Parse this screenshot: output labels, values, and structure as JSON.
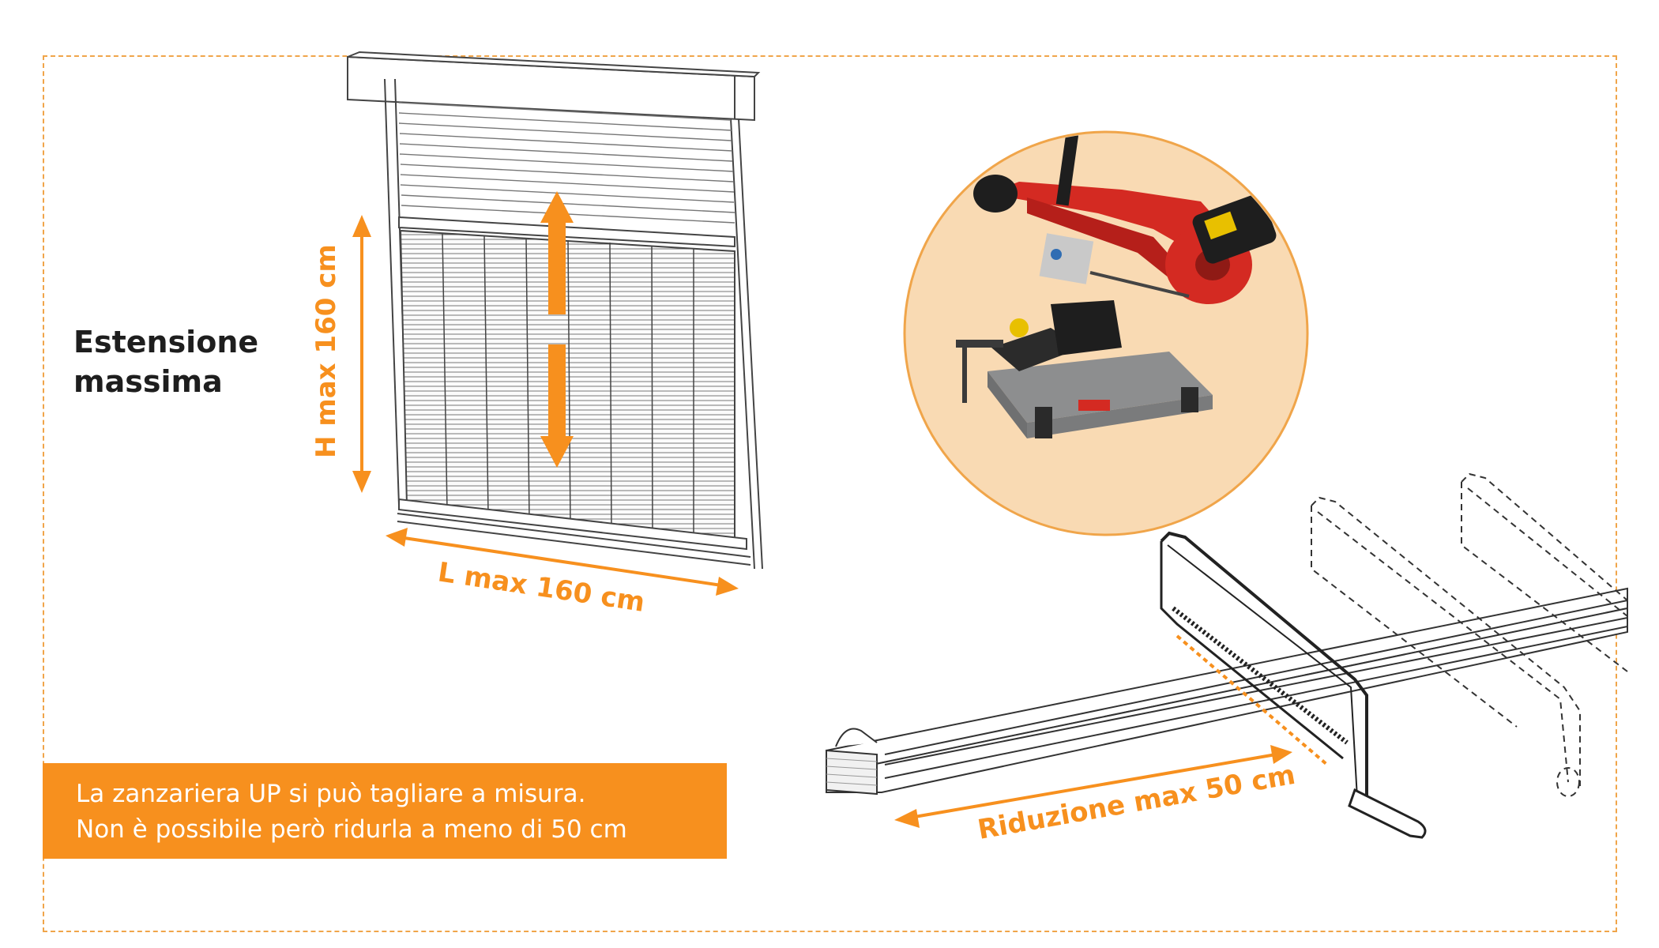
{
  "heading": {
    "line1": "Estensione",
    "line2": "massima"
  },
  "dimensions": {
    "height_label": "H max 160 cm",
    "width_label": "L max 160 cm",
    "reduction_label": "Riduzione max 50 cm"
  },
  "banner": {
    "line1": "La zanzariera UP si può tagliare a misura.",
    "line2": "Non è possibile però ridurla a meno di 50 cm"
  },
  "colors": {
    "accent": "#f7901e",
    "circle_background": "#f9dab3",
    "saw_body": "#d42a22"
  },
  "icons": [
    "window-screen-illustration",
    "band-saw-photo",
    "hacksaw-illustration"
  ]
}
